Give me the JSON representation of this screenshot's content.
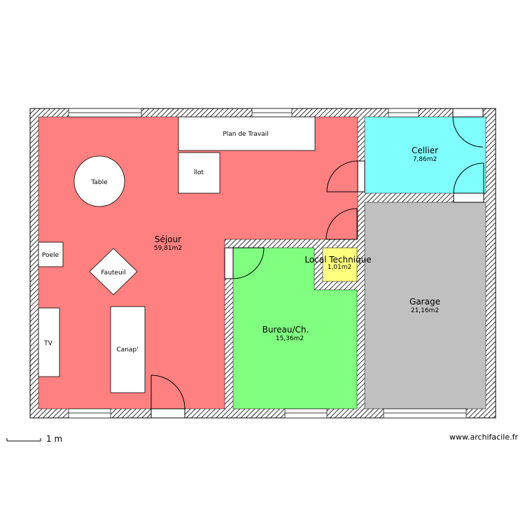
{
  "rooms": {
    "sejour": {
      "name": "Séjour",
      "area": "59,81m2",
      "color": "#FF8080"
    },
    "cellier": {
      "name": "Cellier",
      "area": "7,86m2",
      "color": "#80FFFF"
    },
    "garage": {
      "name": "Garage",
      "area": "21,16m2",
      "color": "#C0C0C0"
    },
    "bureau": {
      "name": "Bureau/Ch.",
      "area": "15,36m2",
      "color": "#80FF80"
    },
    "local": {
      "name": "Local Technique",
      "area": "1,01m2",
      "color": "#FFFF80"
    }
  },
  "furniture": {
    "plan_travail": "Plan de Travail",
    "ilot": "îlot",
    "table": "Table",
    "poele": "Poele",
    "fauteuil": "Fauteuil",
    "tv": "TV",
    "canape": "Canap'"
  },
  "scale_label": "1 m",
  "credit": "www.archifacile.fr",
  "colors": {
    "wall_hatch": "#000000",
    "furniture_fill": "#FFFFFF"
  }
}
